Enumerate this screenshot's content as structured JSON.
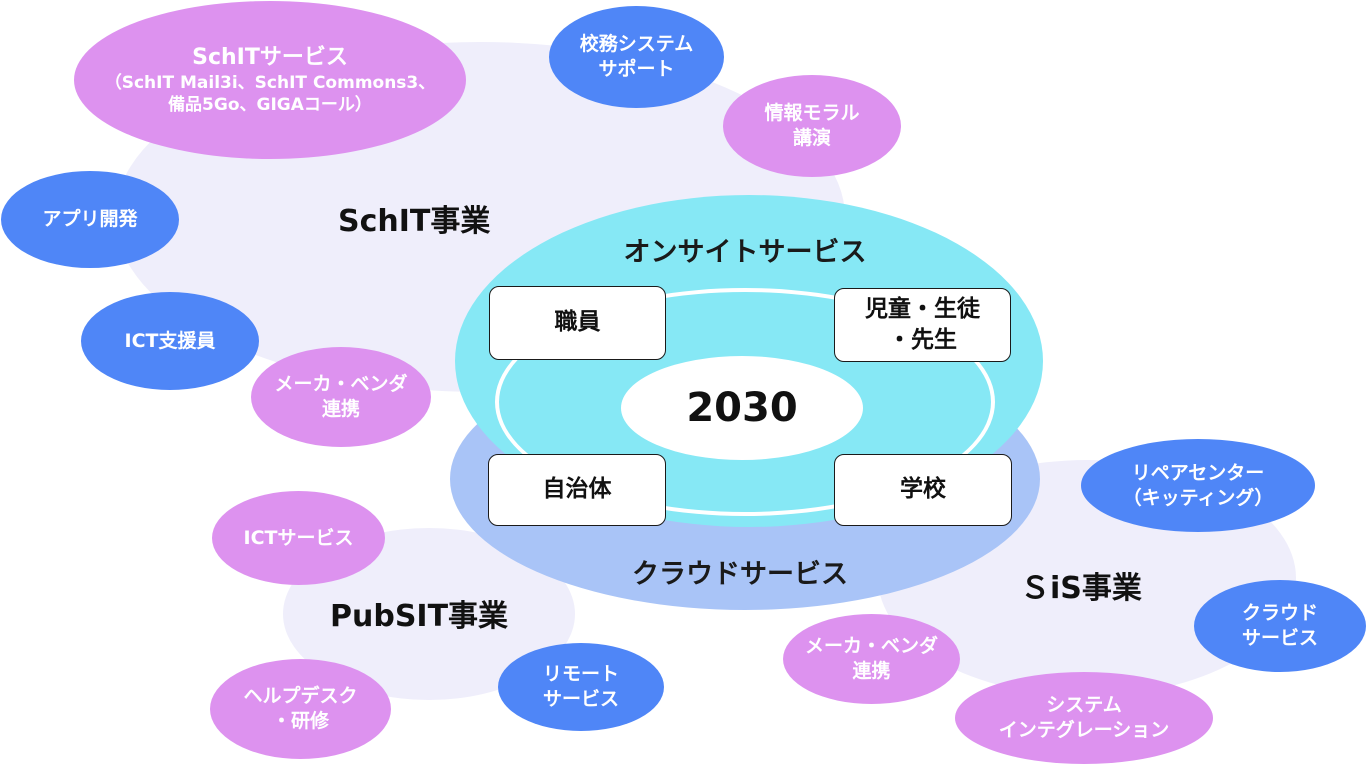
{
  "center": {
    "year": "2030"
  },
  "rings": {
    "onsite": "オンサイトサービス",
    "cloud": "クラウドサービス"
  },
  "stakeholders": {
    "staff": "職員",
    "students": [
      "児童・生徒",
      "・先生"
    ],
    "municipality": "自治体",
    "school": "学校"
  },
  "businesses": {
    "schit": "SchIT事業",
    "pubsit": "PubSIT事業",
    "sis": "ＳiS事業"
  },
  "schit_items": {
    "schit_service": [
      "SchITサービス",
      "（SchIT Mail3i、SchIT Commons3、",
      "備品5Go、GIGAコール）"
    ],
    "school_affairs": [
      "校務システム",
      "サポート"
    ],
    "info_moral": [
      "情報モラル",
      "講演"
    ],
    "app_dev": "アプリ開発",
    "ict_support": "ICT支援員",
    "maker_vendor": [
      "メーカ・ベンダ",
      "連携"
    ]
  },
  "pubsit_items": {
    "ict_service": "ICTサービス",
    "helpdesk": [
      "ヘルプデスク",
      "・研修"
    ],
    "remote": [
      "リモート",
      "サービス"
    ]
  },
  "sis_items": {
    "repair": [
      "リペアセンター",
      "（キッティング）"
    ],
    "cloud": [
      "クラウド",
      "サービス"
    ],
    "maker_vendor": [
      "メーカ・ベンダ",
      "連携"
    ],
    "integration": [
      "システム",
      "インテグレーション"
    ]
  },
  "colors": {
    "pink_bubble": "#dd92ef",
    "blue_bubble": "#4f86f7",
    "onsite_ring": "#86e8f5",
    "cloud_ring": "#a9c4f7",
    "business_area": "#efeefb"
  }
}
